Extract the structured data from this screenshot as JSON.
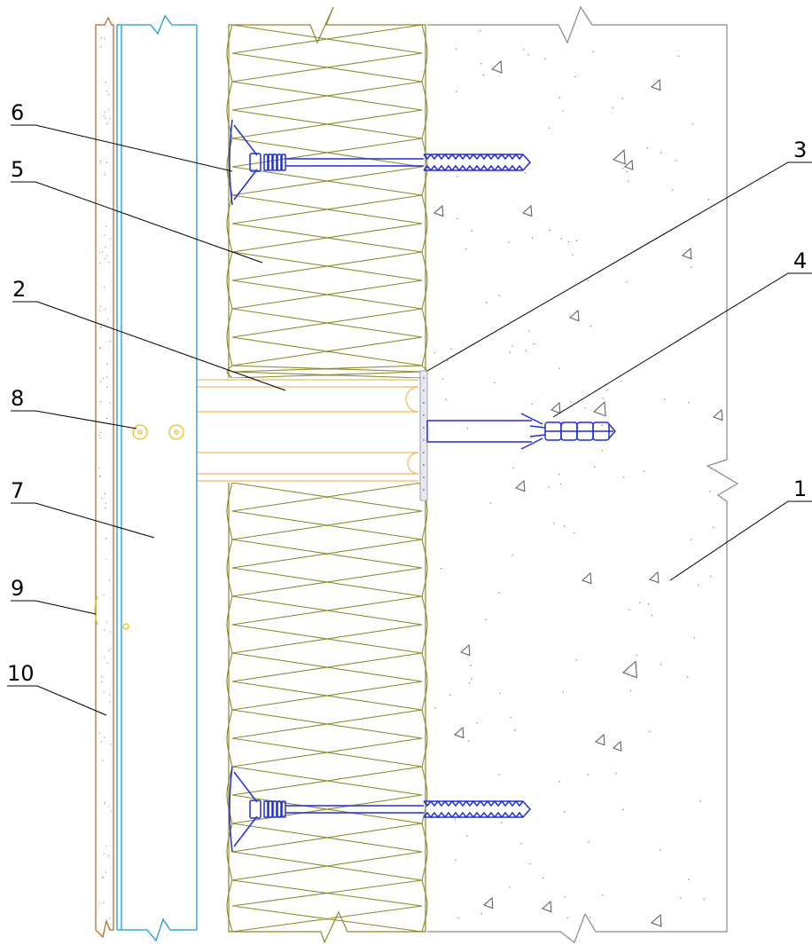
{
  "callouts": [
    {
      "id": "1",
      "text": "1"
    },
    {
      "id": "2",
      "text": "2"
    },
    {
      "id": "3",
      "text": "3"
    },
    {
      "id": "4",
      "text": "4"
    },
    {
      "id": "5",
      "text": "5"
    },
    {
      "id": "6",
      "text": "6"
    },
    {
      "id": "7",
      "text": "7"
    },
    {
      "id": "8",
      "text": "8"
    },
    {
      "id": "9",
      "text": "9"
    },
    {
      "id": "10",
      "text": "10"
    }
  ],
  "colors": {
    "background": "#ffffff",
    "leader": "#000000",
    "insulation": "#8a8a2a",
    "fastener": "#1f2fd6",
    "cladding_panel": "#1a9ad6",
    "bracket": "#f0b860",
    "rivet": "#e6c21a",
    "facing_board": "#b5651d",
    "concrete": "#8a8a8a"
  },
  "icons": [
    "concrete-wall",
    "mineral-wool-insulation",
    "insulation-dowel",
    "anchor-dowel",
    "bracket",
    "rivet",
    "cladding-panel",
    "facing-board"
  ]
}
